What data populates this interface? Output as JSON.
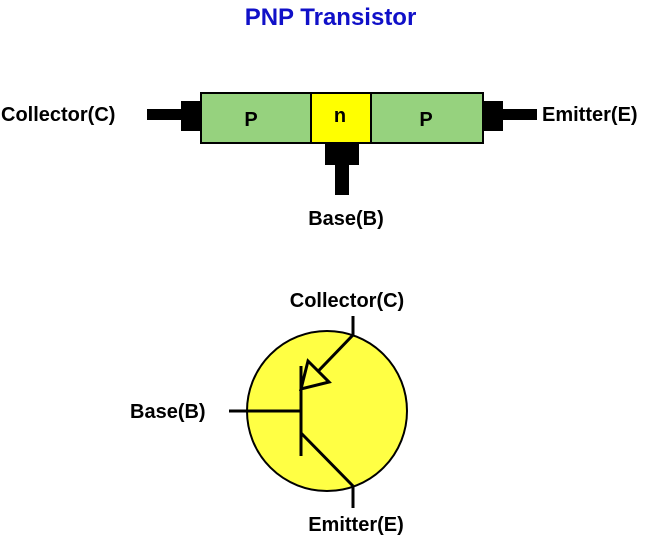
{
  "title": "PNP Transistor",
  "colors": {
    "title": "#1010c8",
    "p_region": "#96d27e",
    "n_region": "#ffff00",
    "symbol_circle": "#ffff44",
    "stroke": "#000000"
  },
  "structure": {
    "left_region_label": "P",
    "middle_region_label": "n",
    "right_region_label": "P",
    "collector_label": "Collector(C)",
    "emitter_label": "Emitter(E)",
    "base_label": "Base(B)"
  },
  "symbol": {
    "collector_label": "Collector(C)",
    "base_label": "Base(B)",
    "emitter_label": "Emitter(E)"
  }
}
